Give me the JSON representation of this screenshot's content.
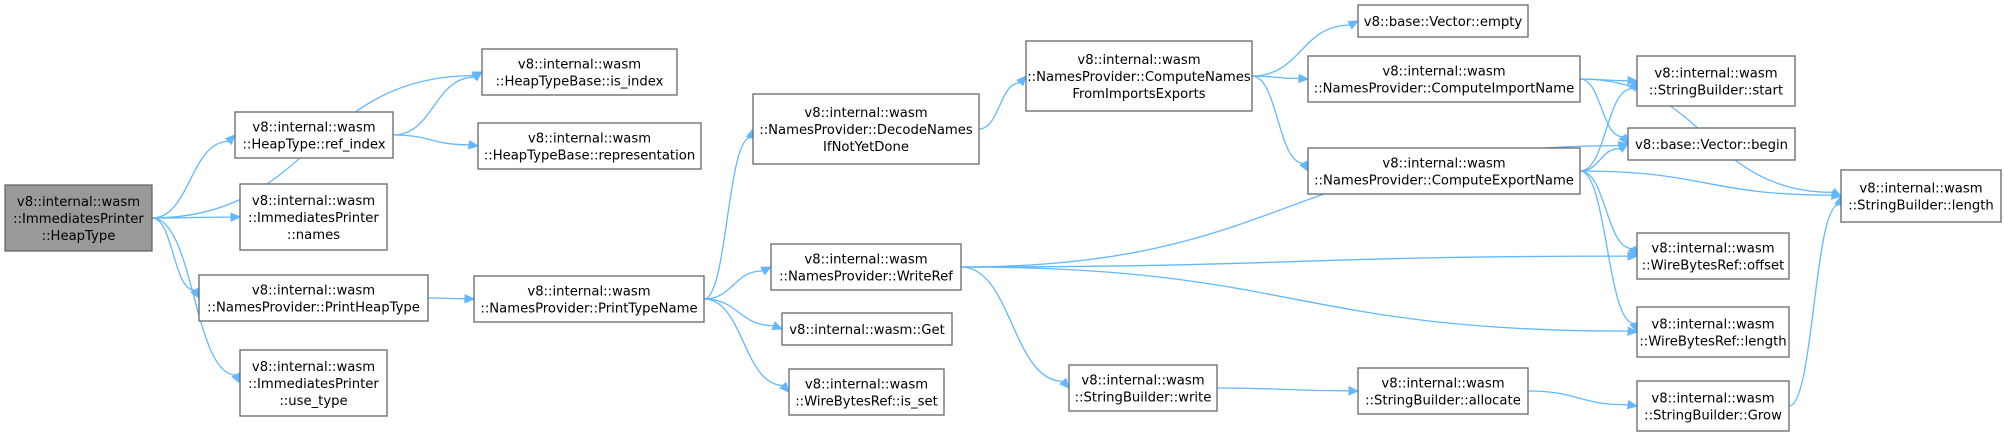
{
  "nodes": [
    {
      "id": "root",
      "lines": [
        "v8::internal::wasm",
        "::ImmediatesPrinter",
        "::HeapType"
      ],
      "root": true
    },
    {
      "id": "is_index",
      "lines": [
        "v8::internal::wasm",
        "::HeapTypeBase::is_index"
      ]
    },
    {
      "id": "ref_index",
      "lines": [
        "v8::internal::wasm",
        "::HeapType::ref_index"
      ]
    },
    {
      "id": "representation",
      "lines": [
        "v8::internal::wasm",
        "::HeapTypeBase::representation"
      ]
    },
    {
      "id": "names",
      "lines": [
        "v8::internal::wasm",
        "::ImmediatesPrinter",
        "::names"
      ]
    },
    {
      "id": "PrintHeapType",
      "lines": [
        "v8::internal::wasm",
        "::NamesProvider::PrintHeapType"
      ]
    },
    {
      "id": "use_type",
      "lines": [
        "v8::internal::wasm",
        "::ImmediatesPrinter",
        "::use_type"
      ]
    },
    {
      "id": "PrintTypeName",
      "lines": [
        "v8::internal::wasm",
        "::NamesProvider::PrintTypeName"
      ]
    },
    {
      "id": "DecodeNames",
      "lines": [
        "v8::internal::wasm",
        "::NamesProvider::DecodeNames",
        "IfNotYetDone"
      ]
    },
    {
      "id": "WriteRef",
      "lines": [
        "v8::internal::wasm",
        "::NamesProvider::WriteRef"
      ]
    },
    {
      "id": "Get",
      "lines": [
        "v8::internal::wasm::Get"
      ]
    },
    {
      "id": "is_set",
      "lines": [
        "v8::internal::wasm",
        "::WireBytesRef::is_set"
      ]
    },
    {
      "id": "ComputeNames",
      "lines": [
        "v8::internal::wasm",
        "::NamesProvider::ComputeNames",
        "FromImportsExports"
      ]
    },
    {
      "id": "SB_write",
      "lines": [
        "v8::internal::wasm",
        "::StringBuilder::write"
      ]
    },
    {
      "id": "Vector_empty",
      "lines": [
        "v8::base::Vector::empty"
      ]
    },
    {
      "id": "ComputeImportName",
      "lines": [
        "v8::internal::wasm",
        "::NamesProvider::ComputeImportName"
      ]
    },
    {
      "id": "ComputeExportName",
      "lines": [
        "v8::internal::wasm",
        "::NamesProvider::ComputeExportName"
      ]
    },
    {
      "id": "SB_allocate",
      "lines": [
        "v8::internal::wasm",
        "::StringBuilder::allocate"
      ]
    },
    {
      "id": "SB_start",
      "lines": [
        "v8::internal::wasm",
        "::StringBuilder::start"
      ]
    },
    {
      "id": "Vector_begin",
      "lines": [
        "v8::base::Vector::begin"
      ]
    },
    {
      "id": "WBR_offset",
      "lines": [
        "v8::internal::wasm",
        "::WireBytesRef::offset"
      ]
    },
    {
      "id": "WBR_length",
      "lines": [
        "v8::internal::wasm",
        "::WireBytesRef::length"
      ]
    },
    {
      "id": "SB_Grow",
      "lines": [
        "v8::internal::wasm",
        "::StringBuilder::Grow"
      ]
    },
    {
      "id": "SB_length",
      "lines": [
        "v8::internal::wasm",
        "::StringBuilder::length"
      ]
    }
  ],
  "edges": [
    [
      "root",
      "is_index"
    ],
    [
      "root",
      "ref_index"
    ],
    [
      "root",
      "names"
    ],
    [
      "root",
      "PrintHeapType"
    ],
    [
      "root",
      "use_type"
    ],
    [
      "ref_index",
      "is_index"
    ],
    [
      "ref_index",
      "representation"
    ],
    [
      "PrintHeapType",
      "PrintTypeName"
    ],
    [
      "PrintTypeName",
      "DecodeNames"
    ],
    [
      "PrintTypeName",
      "WriteRef"
    ],
    [
      "PrintTypeName",
      "Get"
    ],
    [
      "PrintTypeName",
      "is_set"
    ],
    [
      "DecodeNames",
      "ComputeNames"
    ],
    [
      "ComputeNames",
      "Vector_empty"
    ],
    [
      "ComputeNames",
      "ComputeImportName"
    ],
    [
      "ComputeNames",
      "ComputeExportName"
    ],
    [
      "ComputeImportName",
      "SB_start"
    ],
    [
      "ComputeImportName",
      "Vector_begin"
    ],
    [
      "ComputeImportName",
      "SB_length"
    ],
    [
      "ComputeExportName",
      "SB_start"
    ],
    [
      "ComputeExportName",
      "Vector_begin"
    ],
    [
      "ComputeExportName",
      "SB_length"
    ],
    [
      "ComputeExportName",
      "WBR_offset"
    ],
    [
      "ComputeExportName",
      "WBR_length"
    ],
    [
      "WriteRef",
      "Vector_begin"
    ],
    [
      "WriteRef",
      "WBR_offset"
    ],
    [
      "WriteRef",
      "WBR_length"
    ],
    [
      "WriteRef",
      "SB_write"
    ],
    [
      "SB_write",
      "SB_allocate"
    ],
    [
      "SB_allocate",
      "SB_Grow"
    ],
    [
      "SB_Grow",
      "SB_length"
    ]
  ],
  "colors": {
    "edge": "#63b8ff",
    "node_border": "#666666",
    "root_fill": "#999999",
    "node_fill": "#ffffff"
  }
}
